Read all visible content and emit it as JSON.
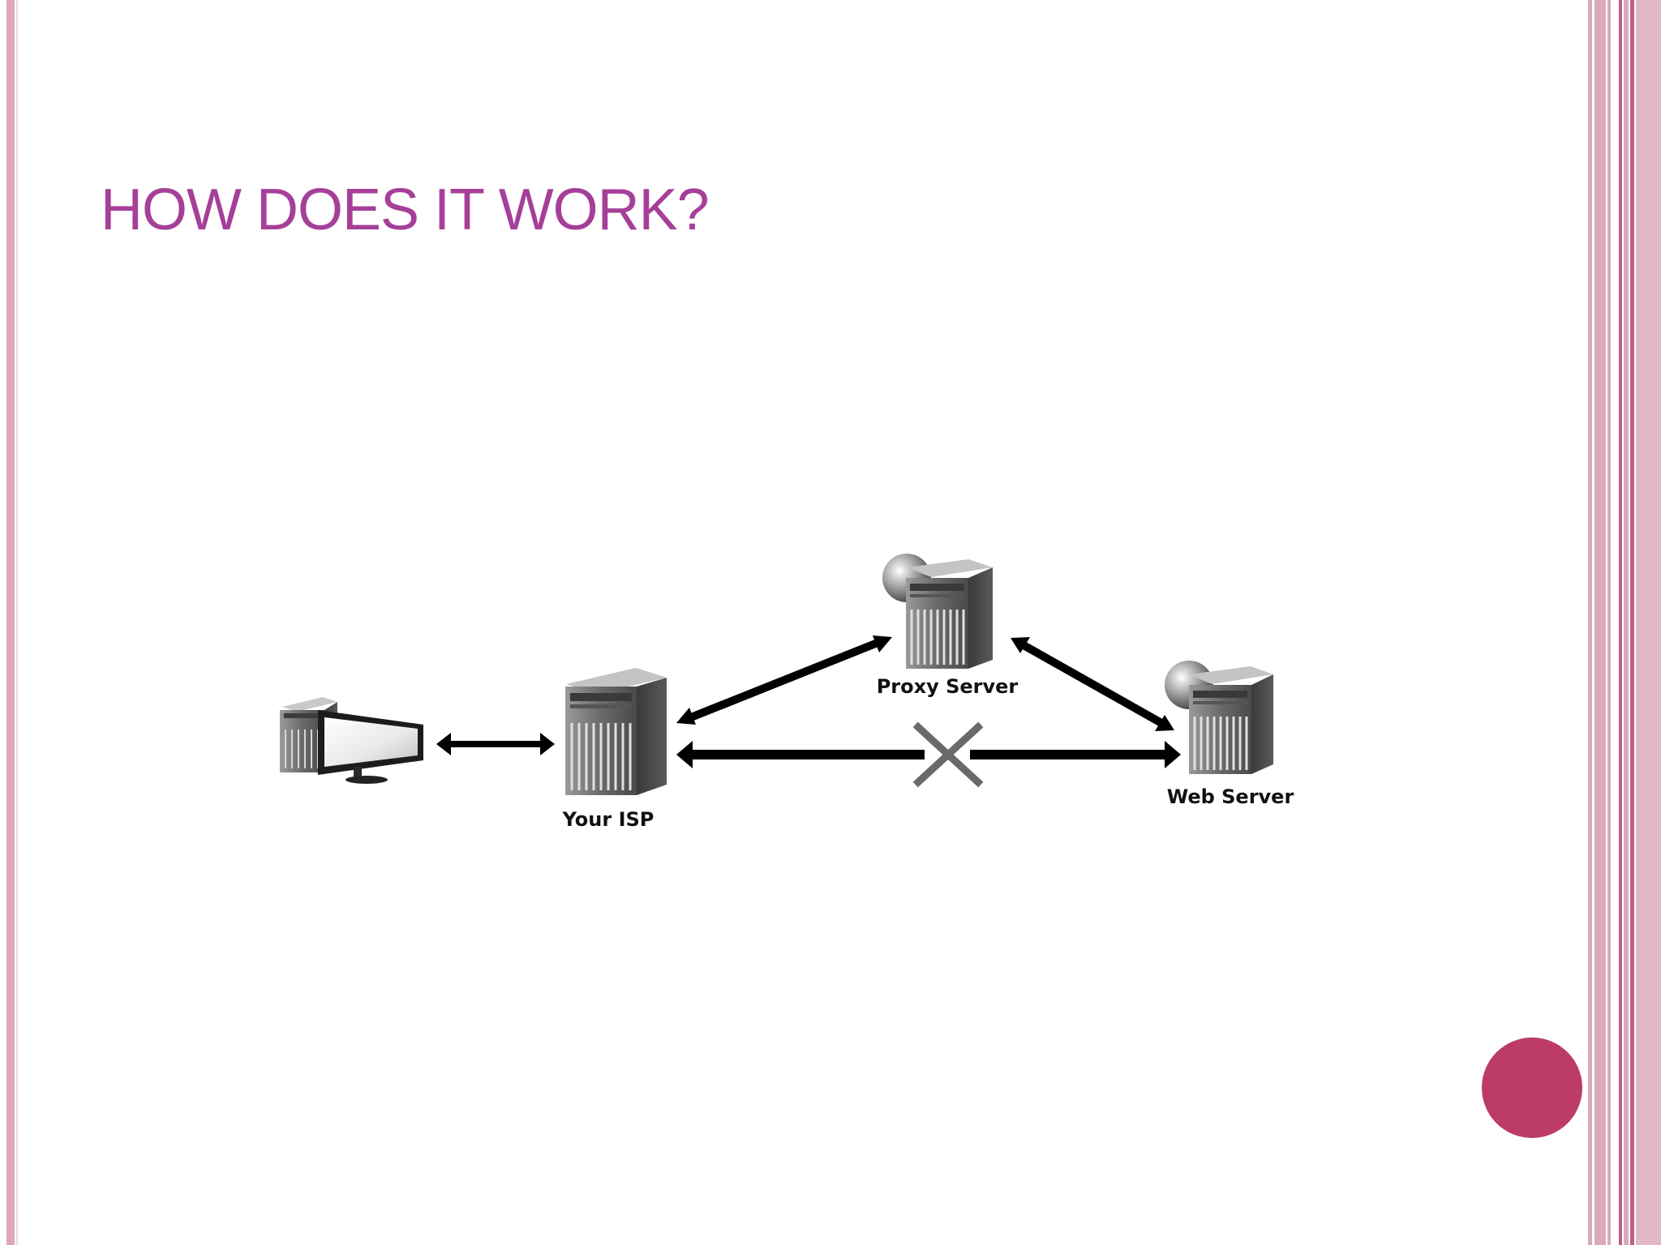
{
  "slide": {
    "title": "HOW DOES IT WORK?"
  },
  "diagram": {
    "nodes": [
      {
        "id": "client",
        "label": ""
      },
      {
        "id": "isp",
        "label": "Your ISP"
      },
      {
        "id": "proxy",
        "label": "Proxy Server"
      },
      {
        "id": "web",
        "label": "Web Server"
      }
    ],
    "connections": [
      {
        "from": "client",
        "to": "isp",
        "direction": "both"
      },
      {
        "from": "isp",
        "to": "proxy",
        "direction": "both"
      },
      {
        "from": "proxy",
        "to": "web",
        "direction": "both"
      },
      {
        "from": "isp",
        "to": "web",
        "direction": "both",
        "blocked": true
      }
    ]
  },
  "theme": {
    "title_color": "#a53f98",
    "accent_dot_color": "#bc3b67",
    "border_color": "#dba8bd"
  }
}
